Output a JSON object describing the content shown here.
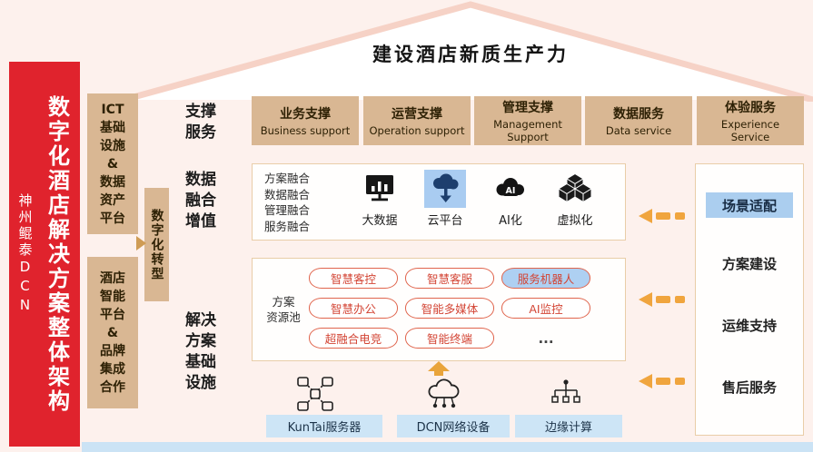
{
  "roof": {
    "title": "建设酒店新质生产力"
  },
  "banner": {
    "title": "数字化酒店解决方案整体架构",
    "subtitle": "神州鲲泰DCN"
  },
  "left_column": {
    "ict_platform": "ICT\n基础\n设施\n&\n数据\n资产\n平台",
    "hotel_platform": "酒店\n智能\n平台\n&\n品牌\n集成\n合作",
    "transformation": "数字化转型"
  },
  "support_row": {
    "label": "支撑\n服务",
    "items": [
      {
        "zh": "业务支撑",
        "en": "Business support"
      },
      {
        "zh": "运营支撑",
        "en": "Operation support"
      },
      {
        "zh": "管理支撑",
        "en": "Management\nSupport"
      },
      {
        "zh": "数据服务",
        "en": "Data service"
      },
      {
        "zh": "体验服务",
        "en": "Experience\nService"
      }
    ]
  },
  "fusion_row": {
    "label": "数据\n融合\n增值",
    "fusion_list": "方案融合\n数据融合\n管理融合\n服务融合",
    "icons": [
      {
        "name": "big-data-icon",
        "label": "大数据"
      },
      {
        "name": "cloud-platform-icon",
        "label": "云平台",
        "highlight": true
      },
      {
        "name": "ai-icon",
        "label": "AI化"
      },
      {
        "name": "virtualization-icon",
        "label": "虚拟化"
      }
    ]
  },
  "solution_row": {
    "label": "解决\n方案\n基础\n设施",
    "pool_label": "方案\n资源池",
    "cells": [
      [
        "智慧客控",
        "智慧客服",
        "服务机器人"
      ],
      [
        "智慧办公",
        "智能多媒体",
        "AI监控"
      ],
      [
        "超融合电竞",
        "智能终端",
        "..."
      ]
    ]
  },
  "hardware_row": {
    "items": [
      {
        "name": "kuntai-server-icon",
        "label": "KunTai服务器"
      },
      {
        "name": "dcn-network-icon",
        "label": "DCN网络设备"
      },
      {
        "name": "edge-computing-icon",
        "label": "边缘计算"
      }
    ]
  },
  "right_panel": {
    "items": [
      "场景适配",
      "方案建设",
      "运维支持",
      "售后服务"
    ]
  },
  "colors": {
    "background": "#fdf1ed",
    "accent_red": "#e0232d",
    "tan": "#d9b793",
    "highlight_blue": "#a9ccf1",
    "label_blue": "#cde5f6",
    "arrow_gold": "#f0a53e",
    "cylinder_red": "#d34535",
    "roof_stroke": "#f6d2c6"
  }
}
